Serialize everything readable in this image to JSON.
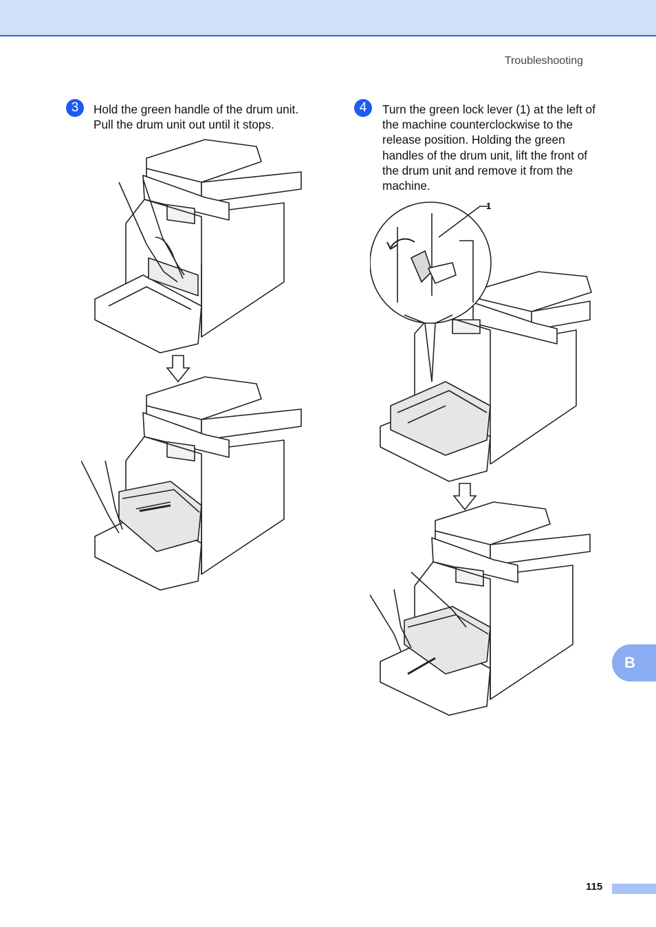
{
  "header": {
    "section_title": "Troubleshooting"
  },
  "steps": [
    {
      "number": "3",
      "lines": [
        "Hold the green handle of the drum unit.",
        "Pull the drum unit out until it stops."
      ]
    },
    {
      "number": "4",
      "lines": [
        "Turn the green lock lever (1) at the left of",
        "the machine counterclockwise to the",
        "release position. Holding the green",
        "handles of the drum unit, lift the front of",
        "the drum unit and remove it from the",
        "machine."
      ],
      "callout_label": "1"
    }
  ],
  "footer": {
    "chapter_tab": "B",
    "page_number": "115"
  },
  "colors": {
    "accent": "#1f5bf2",
    "band": "#cfe0fb",
    "tab": "#8aacf2"
  },
  "icons": {
    "step_arrow": "down-arrow-icon"
  }
}
